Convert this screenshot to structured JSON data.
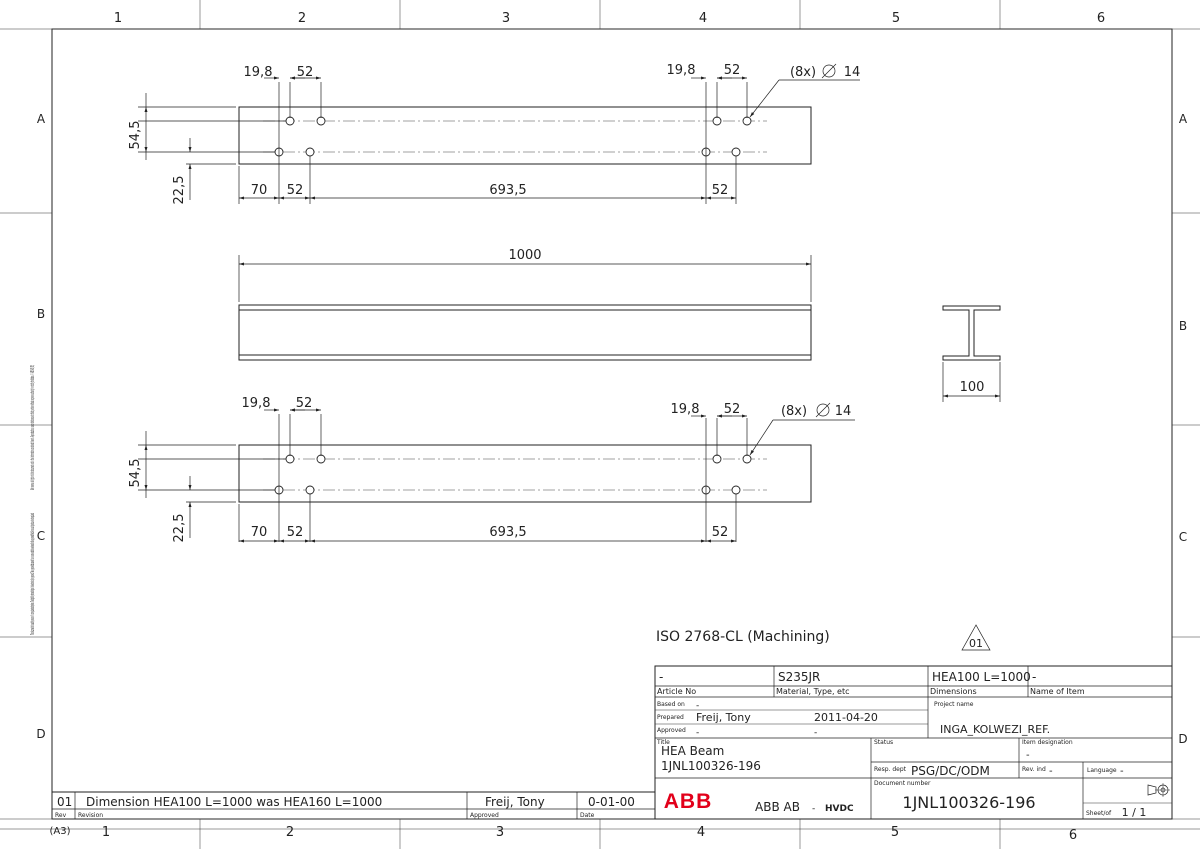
{
  "frame": {
    "col_labels": [
      "1",
      "2",
      "3",
      "4",
      "5",
      "6"
    ],
    "row_labels": [
      "A",
      "B",
      "C",
      "D"
    ],
    "sheet_size": "(A3)"
  },
  "side_notes": {
    "rights": "We reserve all rights in this document and in the information contained therein. Reproduction, use or disclosure to third parties without express authority is strictly forbidden. © ABB AB (SE)",
    "approval": "This document is issued by means of a computerized system. The digitally stored original is electronically approved. The approved document has a name and date entered in the approved field. A manual signature is not required."
  },
  "views": {
    "top": {
      "dims": {
        "left_top_a": "19,8",
        "left_top_b": "52",
        "right_top_a": "19,8",
        "right_top_b": "52",
        "holes_note": "(8x)",
        "diameter": "14",
        "vert_a": "54,5",
        "vert_b": "22,5",
        "bottom_a": "70",
        "bottom_b": "52",
        "bottom_c": "693,5",
        "bottom_d": "52"
      }
    },
    "side": {
      "length": "1000"
    },
    "bottom": {
      "dims": {
        "left_top_a": "19,8",
        "left_top_b": "52",
        "right_top_a": "19,8",
        "right_top_b": "52",
        "holes_note": "(8x)",
        "diameter": "14",
        "vert_a": "54,5",
        "vert_b": "22,5",
        "bottom_a": "70",
        "bottom_b": "52",
        "bottom_c": "693,5",
        "bottom_d": "52"
      }
    },
    "section": {
      "width": "100"
    }
  },
  "tolerance_note": "ISO 2768-CL (Machining)",
  "revision_symbol": "01",
  "revision_row": {
    "rev": "01",
    "description": "Dimension HEA100 L=1000 was HEA160 L=1000",
    "approved_by": "Freij, Tony",
    "date": "0-01-00",
    "headers": {
      "rev": "Rev",
      "revision": "Revision",
      "approved": "Approved",
      "date": "Date"
    }
  },
  "title_block": {
    "article_no": "-",
    "material": "S235JR",
    "dimensions": "HEA100  L=1000",
    "name_of_item": "-",
    "labels": {
      "article_no": "Article No",
      "material": "Material, Type, etc",
      "dimensions": "Dimensions",
      "name_of_item": "Name of Item",
      "based_on": "Based on",
      "prepared": "Prepared",
      "approved": "Approved",
      "project_name": "Project name",
      "title": "Title",
      "status": "Status",
      "item_designation": "Item designation",
      "resp_dept": "Resp. dept",
      "rev_ind": "Rev. ind",
      "language": "Language",
      "document_number": "Document number",
      "sheet_of": "Sheet/of"
    },
    "based_on": "-",
    "prepared_by": "Freij, Tony",
    "prepared_date": "2011-04-20",
    "approved": "-",
    "approved_date": "-",
    "project_name": "INGA_KOLWEZI_REF.",
    "title": "HEA Beam",
    "title_number": "1JNL100326-196",
    "status": "",
    "item_designation": "-",
    "resp_dept": "PSG/DC/ODM",
    "rev_ind": "-",
    "language": "-",
    "document_number": "1JNL100326-196",
    "sheet": "1 / 1",
    "company": "ABB AB",
    "division": "HVDC",
    "logo": "ABB",
    "colors": {
      "logo": "#e2001a",
      "line": "#222222"
    }
  }
}
